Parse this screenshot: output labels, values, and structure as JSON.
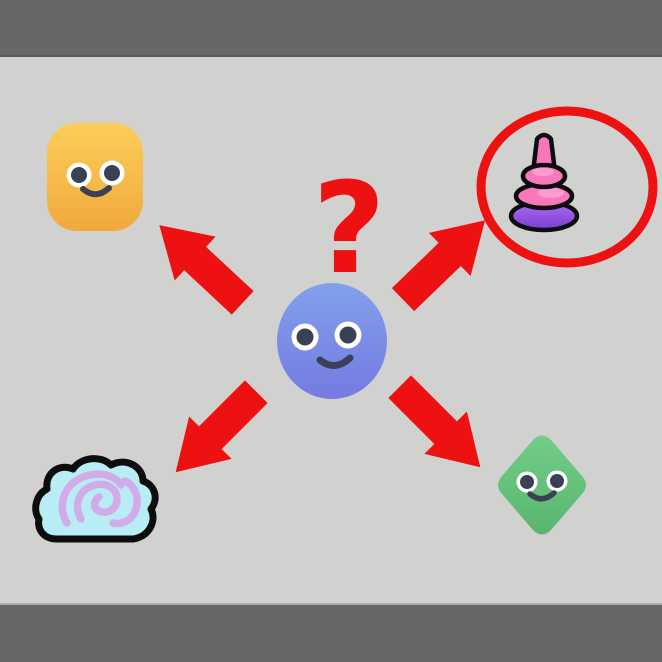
{
  "scene": {
    "description": "Blue blob character with a question mark choosing between four options; arrows point to each option and the stacking-rings toy is circled in red as the answer",
    "question_mark": "?",
    "center_character": {
      "name": "blue-blob",
      "expression": "smiling"
    },
    "options": [
      {
        "position": "top-left",
        "name": "orange-blob-character",
        "circled": false
      },
      {
        "position": "top-right",
        "name": "stacking-rings-toy",
        "circled": true
      },
      {
        "position": "bottom-left",
        "name": "swirl-cloud",
        "circled": false
      },
      {
        "position": "bottom-right",
        "name": "green-diamond-character",
        "circled": false
      }
    ],
    "arrow_count": 4
  },
  "colors": {
    "background": "#d1d1d0",
    "frame_bar": "#676767",
    "frame_bar_edge_top": "#58585b",
    "frame_bar_edge_bottom": "#ababae",
    "red": "#ee1111",
    "white": "#ffffff",
    "face_dark": "#3a4154",
    "orange_top": "#fbce58",
    "orange_bottom": "#f1a93c",
    "blue_top": "#82a1ea",
    "blue_bottom": "#757ae2",
    "green_top": "#73cd89",
    "green_bottom": "#59b56e",
    "toy_pink": "#f878bc",
    "toy_pink_light": "#fc9ccf",
    "toy_purple_light": "#a96cf4",
    "toy_purple_dark": "#7e3bd0",
    "outline_black": "#0d0d0d",
    "cloud_fill": "#b9edf6",
    "cloud_swirl": "#d2abe9"
  }
}
